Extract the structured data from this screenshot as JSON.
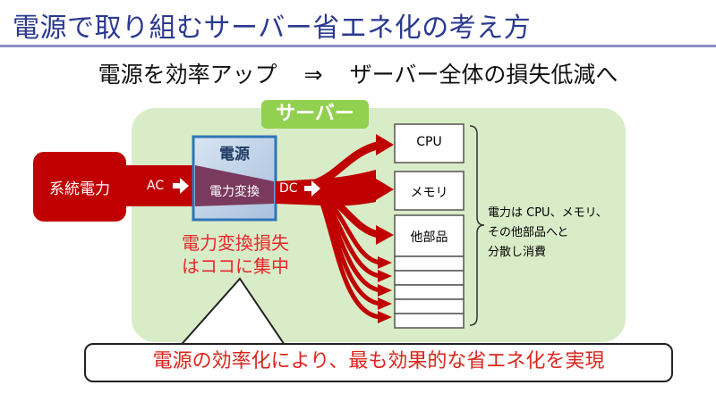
{
  "title": "電源で取り組むサーバー省エネ化の考え方",
  "subtitle": {
    "left": "電源を効率アップ",
    "arrow": "⇒",
    "right": "ザーバー全体の損失低減へ"
  },
  "server_label": "サーバー",
  "grid_power": "系統電力",
  "ac_label": "AC",
  "dc_label": "DC",
  "psu": {
    "title": "電源",
    "conversion": "電力変換"
  },
  "components": [
    "CPU",
    "メモリ",
    "他部品"
  ],
  "loss_note": [
    "電力変換損失",
    "はココに集中"
  ],
  "distribution_note": [
    "電力は CPU、メモリ、",
    "その他部品へと",
    "分散し消費"
  ],
  "callout": "電源の効率化により、最も効果的な省エネ化を実現",
  "colors": {
    "title": "#2b3990",
    "server_bg": "#d9ecc8",
    "server_label_bg": "#92d050",
    "power_red": "#c00000",
    "psu_border": "#2e75b6",
    "loss_text": "#e8272c"
  }
}
